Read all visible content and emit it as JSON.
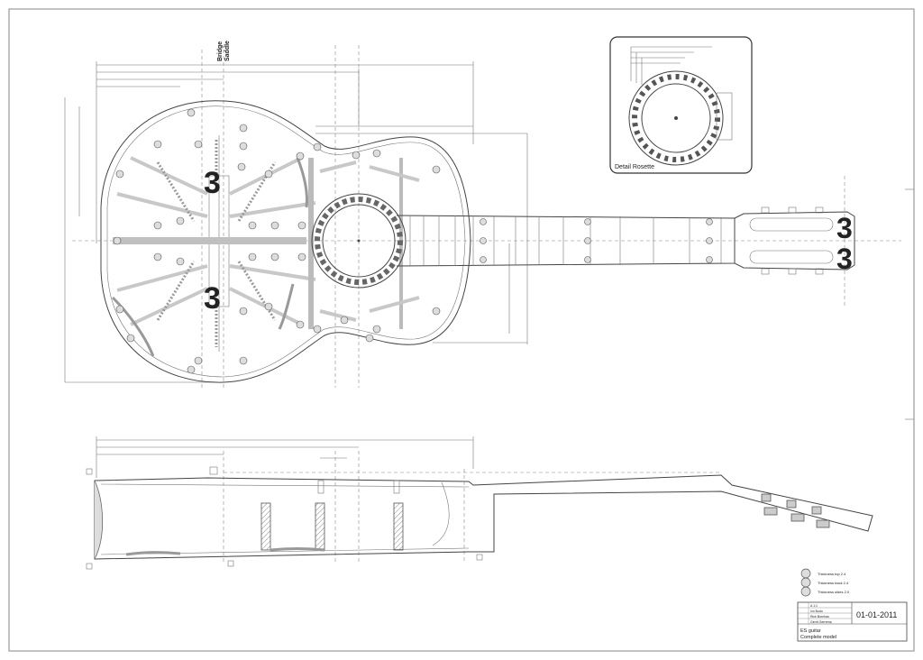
{
  "drawing": {
    "bridge_label": "Bridge",
    "saddle_label": "Saddle",
    "rosette_detail_caption": "Detail Rosette",
    "legend_items": [
      "Thickness top 2.4",
      "Thickness back 2.4",
      "Thickness sides 2.0"
    ],
    "title_block": {
      "date": "01-01-2011",
      "title_line1": "ES guitar",
      "title_line2": "Complete model",
      "fields": [
        "A 1:1",
        "Ivo Bodo",
        "Rick Bornhau",
        "Gerrit Gerrema"
      ]
    }
  }
}
